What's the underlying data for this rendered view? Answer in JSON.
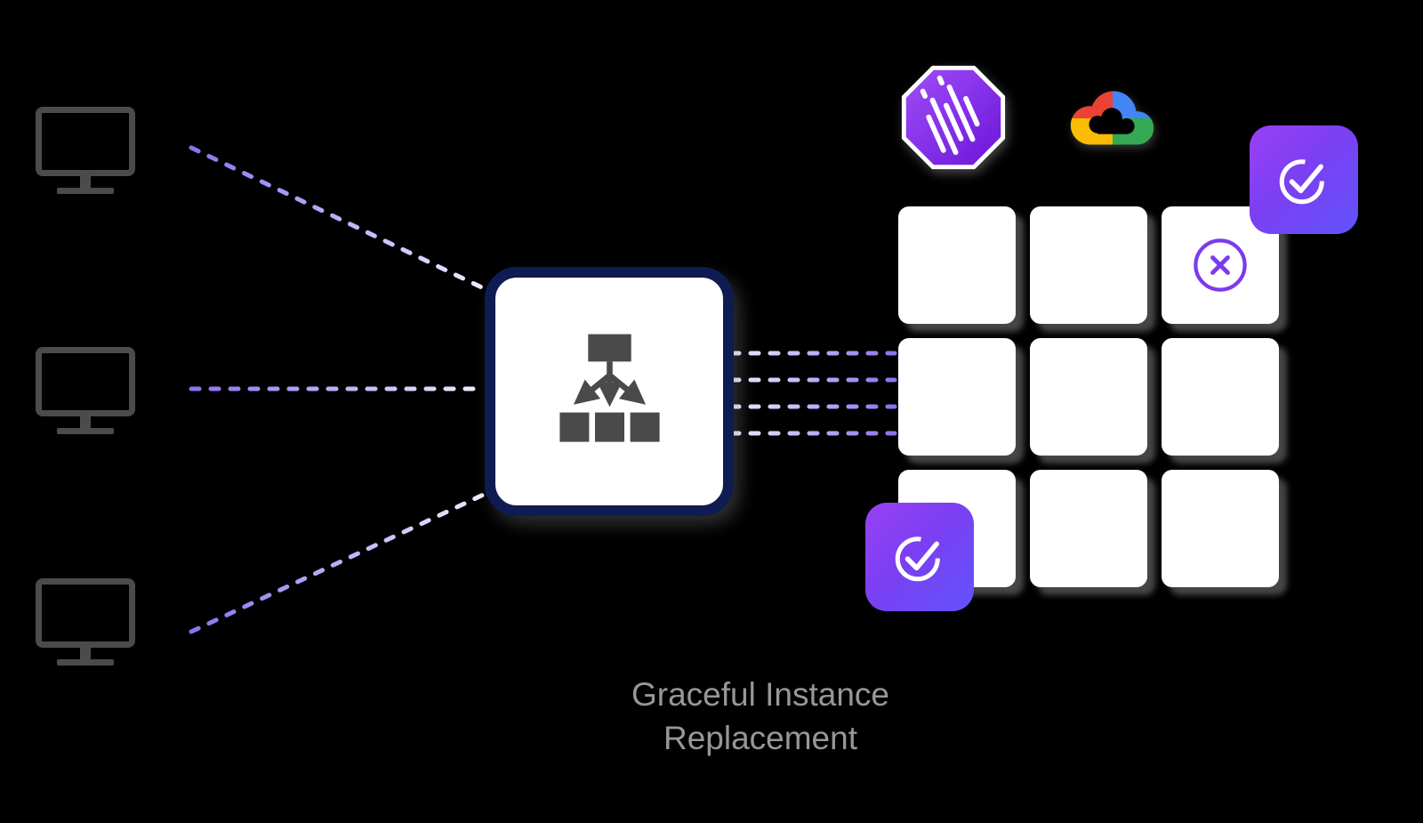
{
  "diagram": {
    "caption_line1": "Graceful Instance",
    "caption_line2": "Replacement"
  },
  "clients": {
    "count": 3,
    "icon": "desktop-monitor-icon"
  },
  "load_balancer": {
    "icon": "load-balancer-icon"
  },
  "instance_grid": {
    "rows": 3,
    "cols": 3,
    "terminating_cell": "row1-col3",
    "terminating_icon": "x-circle-icon",
    "replacement_icon": "check-circle-icon"
  },
  "logos": {
    "platform": "octagon-meteor-logo",
    "cloud": "google-cloud-logo"
  },
  "colors": {
    "background": "#000000",
    "dash_purple": "#8e6ff0",
    "dash_light": "#f2eeff",
    "box_border_navy": "#0e1c52",
    "icon_gray": "#4a4a4a",
    "monitor_gray": "#4b4b4b",
    "caption_gray": "#979797",
    "badge_gradient_start": "#9a41f5",
    "badge_gradient_end": "#6154fb",
    "x_circle_purple": "#7c3aed",
    "gcp_red": "#ea4335",
    "gcp_yellow": "#fbbc05",
    "gcp_blue": "#4285f4",
    "gcp_green": "#34a853"
  }
}
